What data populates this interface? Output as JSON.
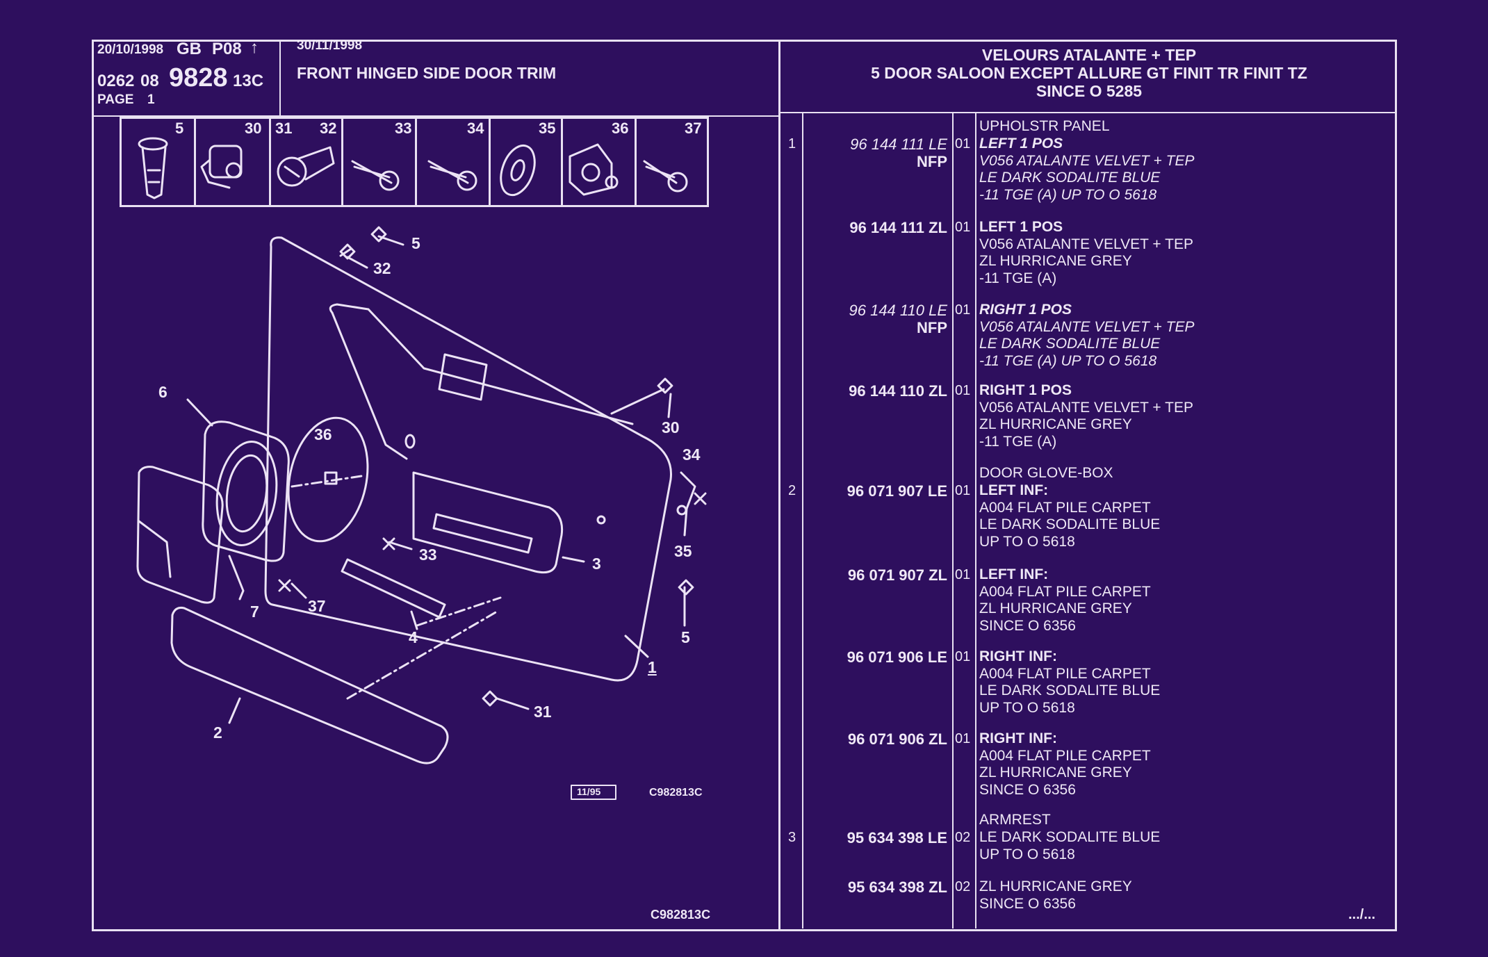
{
  "header": {
    "date1": "20/10/1998",
    "region": "GB",
    "page_code": "P08",
    "arrow": "↑",
    "date2": "30/11/1998",
    "code_a": "0262",
    "code_b": "08",
    "code_main": "9828",
    "code_c": "13C",
    "page_label": "PAGE",
    "page_num": "1",
    "title": "FRONT HINGED SIDE DOOR TRIM"
  },
  "spec": {
    "line1": "VELOURS ATALANTE + TEP",
    "line2": "5 DOOR SALOON EXCEPT ALLURE GT FINIT TR FINIT TZ",
    "line3": "SINCE O   5285"
  },
  "fasteners": [
    "5",
    "30",
    "31",
    "32",
    "33",
    "34",
    "35",
    "36",
    "37"
  ],
  "callouts": [
    "5",
    "32",
    "6",
    "36",
    "30",
    "34",
    "33",
    "3",
    "35",
    "7",
    "37",
    "4",
    "5",
    "1",
    "2",
    "31"
  ],
  "stamps": {
    "box": "11/95",
    "code1": "C982813C",
    "code2": "C982813C"
  },
  "continuation": ".../...",
  "rows": [
    {
      "num": "1",
      "ref": "96 144 111 LE",
      "extra": "NFP",
      "qty": "01",
      "italic": true,
      "name": "UPHOLSTR PANEL",
      "lines": [
        "LEFT 1 POS",
        "V056 ATALANTE VELVET + TEP",
        "LE DARK SODALITE BLUE",
        "-11 TGE (A) UP  TO  O  5618"
      ]
    },
    {
      "num": "",
      "ref": "96 144 111 ZL",
      "extra": "",
      "qty": "01",
      "italic": false,
      "name": "",
      "lines": [
        "LEFT 1 POS",
        "V056 ATALANTE VELVET + TEP",
        "ZL HURRICANE GREY",
        "-11 TGE (A)"
      ]
    },
    {
      "num": "",
      "ref": "96 144 110 LE",
      "extra": "NFP",
      "qty": "01",
      "italic": true,
      "name": "",
      "lines": [
        "RIGHT 1 POS",
        "V056 ATALANTE VELVET + TEP",
        "LE DARK SODALITE BLUE",
        "-11 TGE (A) UP  TO  O  5618"
      ]
    },
    {
      "num": "",
      "ref": "96 144 110 ZL",
      "extra": "",
      "qty": "01",
      "italic": false,
      "name": "",
      "lines": [
        "RIGHT 1 POS",
        "V056 ATALANTE VELVET + TEP",
        "ZL HURRICANE GREY",
        "-11 TGE (A)"
      ]
    },
    {
      "num": "2",
      "ref": "96 071 907 LE",
      "extra": "",
      "qty": "01",
      "italic": false,
      "name": "DOOR GLOVE-BOX",
      "lines": [
        "LEFT INF:",
        "A004 FLAT PILE CARPET",
        "LE DARK SODALITE BLUE",
        "UP TO O 5618"
      ]
    },
    {
      "num": "",
      "ref": "96 071 907 ZL",
      "extra": "",
      "qty": "01",
      "italic": false,
      "name": "",
      "lines": [
        "LEFT INF:",
        "A004 FLAT PILE CARPET",
        "ZL HURRICANE GREY",
        "SINCE O 6356"
      ]
    },
    {
      "num": "",
      "ref": "96 071 906 LE",
      "extra": "",
      "qty": "01",
      "italic": false,
      "name": "",
      "lines": [
        "RIGHT INF:",
        "A004 FLAT PILE CARPET",
        "LE DARK SODALITE BLUE",
        "UP TO O 5618"
      ]
    },
    {
      "num": "",
      "ref": "96 071 906 ZL",
      "extra": "",
      "qty": "01",
      "italic": false,
      "name": "",
      "lines": [
        "RIGHT INF:",
        "A004 FLAT PILE CARPET",
        "ZL HURRICANE GREY",
        "SINCE O 6356"
      ]
    },
    {
      "num": "3",
      "ref": "95 634 398 LE",
      "extra": "",
      "qty": "02",
      "italic": false,
      "name": "ARMREST",
      "lines": [
        "LE DARK SODALITE BLUE",
        "UP TO O 5618"
      ]
    },
    {
      "num": "",
      "ref": "95 634 398 ZL",
      "extra": "",
      "qty": "02",
      "italic": false,
      "name": "",
      "lines": [
        "ZL HURRICANE GREY",
        "SINCE O 6356"
      ]
    }
  ]
}
